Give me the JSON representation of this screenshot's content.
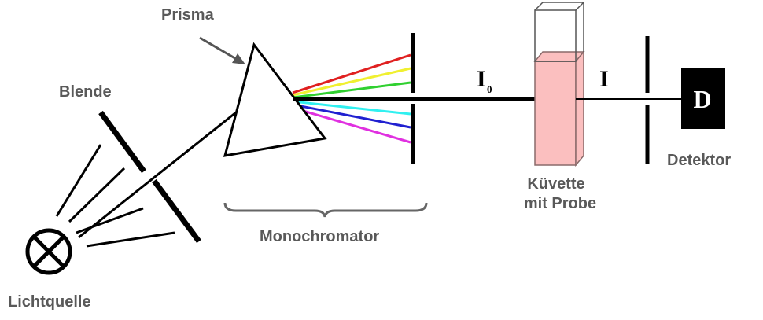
{
  "labels": {
    "prism": "Prisma",
    "aperture": "Blende",
    "light_source": "Lichtquelle",
    "monochromator": "Monochromator",
    "cuvette_line1": "Küvette",
    "cuvette_line2": "mit Probe",
    "detector": "Detektor",
    "detector_symbol": "D",
    "intensity_in": "I",
    "intensity_in_subscript": "0",
    "intensity_out": "I"
  },
  "colors": {
    "ink": "#000000",
    "label_gray": "#595959",
    "sample_fill": "#fbbfbf",
    "sample_edge": "#8a6a6a",
    "spectrum": [
      "#e02020",
      "#f0f030",
      "#30d030",
      "#30f0f0",
      "#2020d0",
      "#e030e0"
    ]
  },
  "icons": {
    "lamp": "lamp-cross-icon",
    "detector": "detector-box-icon"
  }
}
